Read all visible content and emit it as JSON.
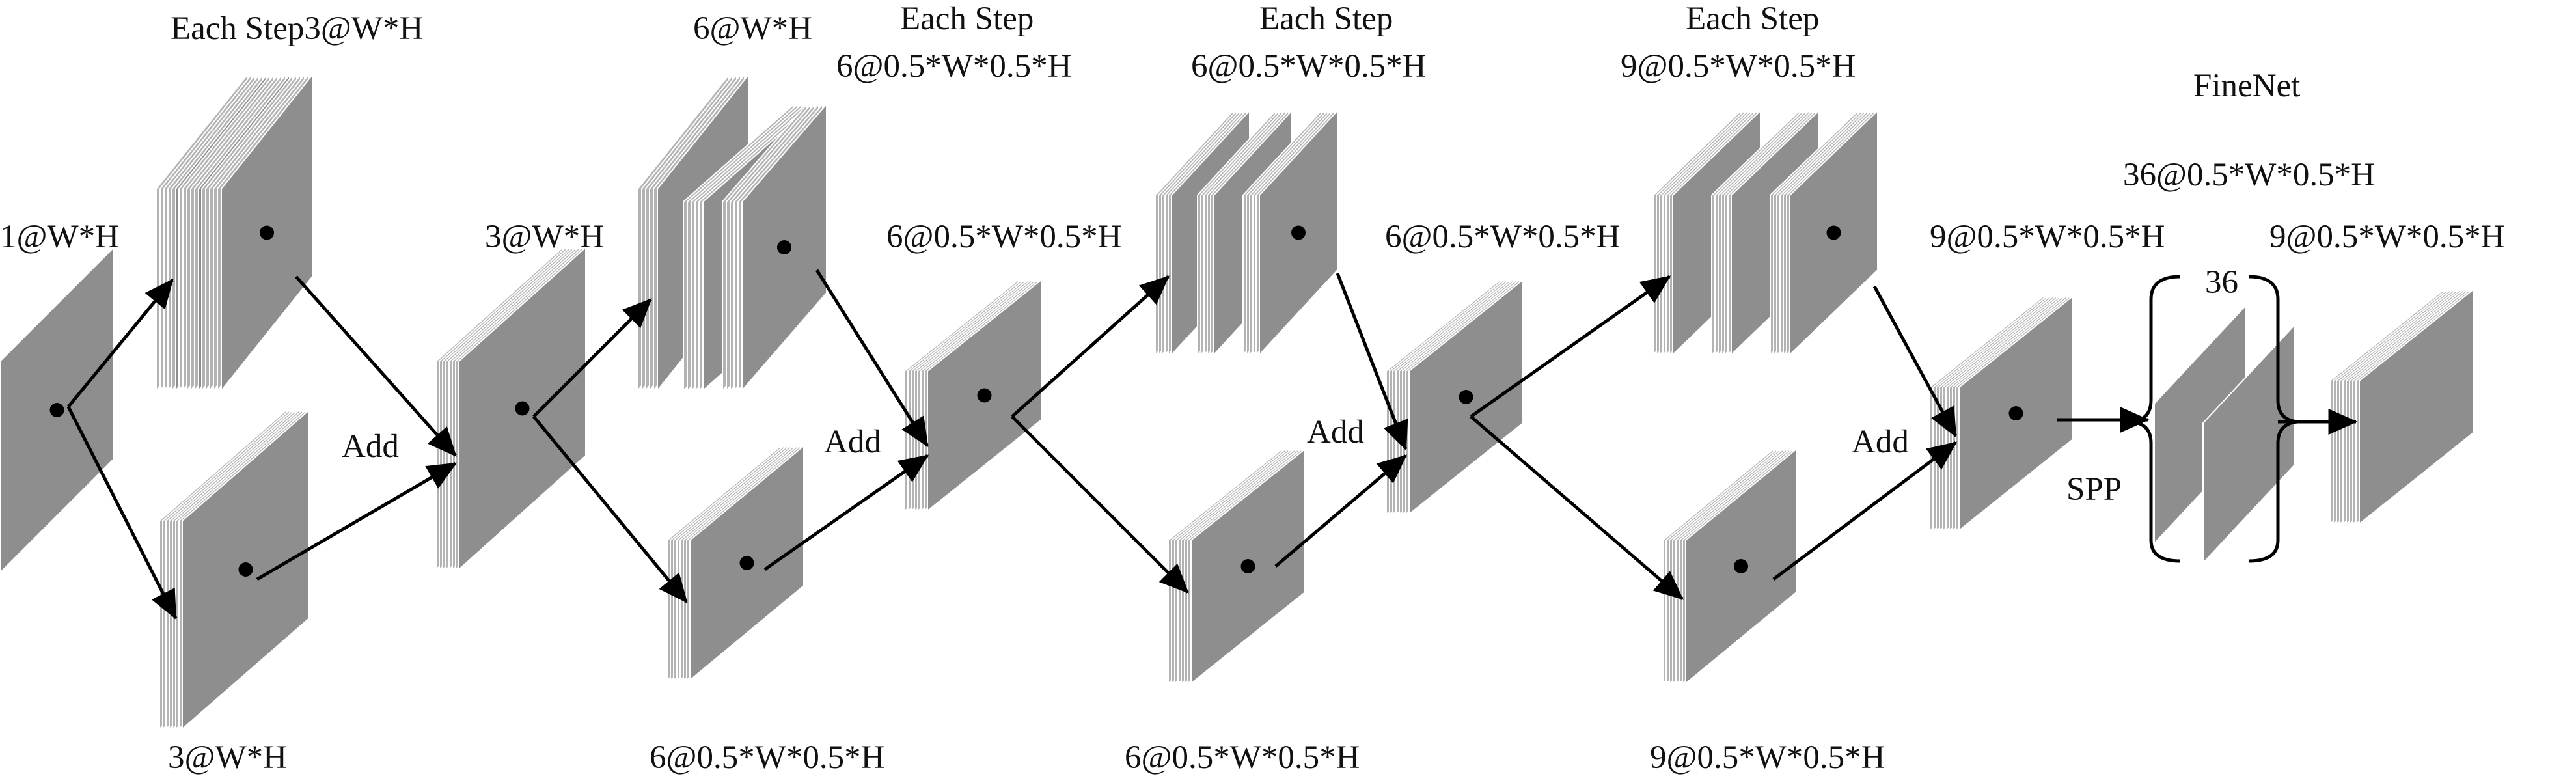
{
  "colors": {
    "face": "#8e8e8e",
    "top": "#c6c6c6",
    "side": "#b3b3b3",
    "edge": "#ffffff",
    "arrow": "#000000",
    "text": "#111111"
  },
  "labels": {
    "input": "1@W*H",
    "stage1_top_header": "Each Step3@W*H",
    "stage1_bottom": "3@W*H",
    "stage1_out": "3@W*H",
    "stage2_top_a": "6@W*H",
    "stage2_top_b": "6@0.5*W*0.5*H",
    "stage2_each_step": "Each Step",
    "stage2_bottom": "6@0.5*W*0.5*H",
    "stage2_out": "6@0.5*W*0.5*H",
    "stage3_each_step": "Each Step",
    "stage3_top": "6@0.5*W*0.5*H",
    "stage3_bottom": "6@0.5*W*0.5*H",
    "stage3_out": "6@0.5*W*0.5*H",
    "stage4_each_step": "Each Step",
    "stage4_top": "9@0.5*W*0.5*H",
    "stage4_bottom": "9@0.5*W*0.5*H",
    "stage4_out": "9@0.5*W*0.5*H",
    "finenet_title": "FineNet",
    "finenet_mid": "36@0.5*W*0.5*H",
    "finenet_out": "9@0.5*W*0.5*H",
    "bracket_count": "36",
    "add_1": "Add",
    "add_2": "Add",
    "add_3": "Add",
    "add_4": "Add",
    "spp": "SPP"
  }
}
